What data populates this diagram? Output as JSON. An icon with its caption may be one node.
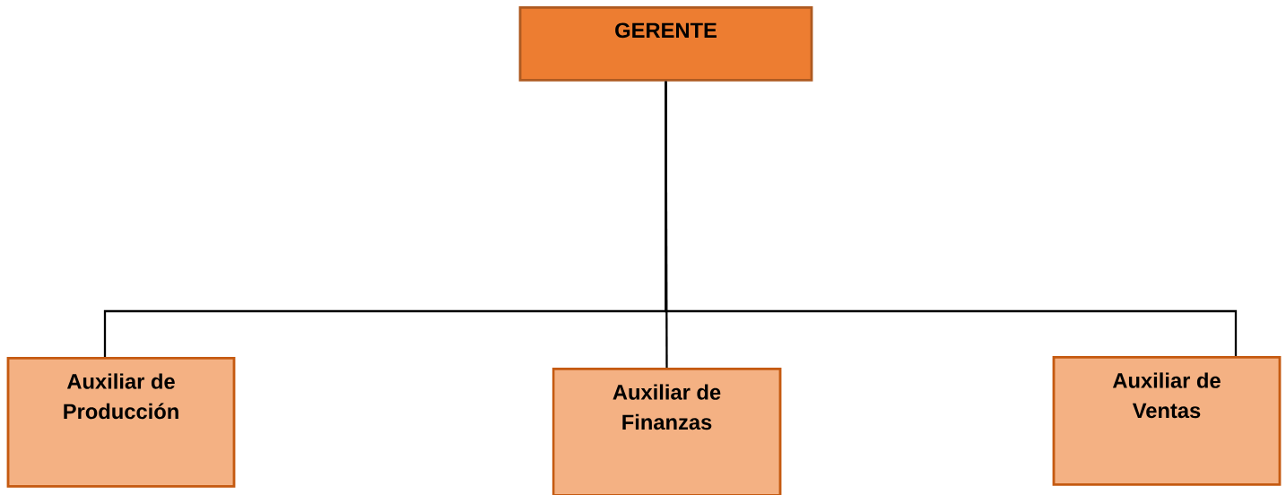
{
  "diagram": {
    "nodes": [
      {
        "text": [
          "GERENTE"
        ]
      },
      {
        "text": [
          "Auxiliar de Producción"
        ]
      },
      {
        "text": [
          "Auxiliar de Finanzas"
        ]
      },
      {
        "text": [
          "Auxiliar de Ventas"
        ]
      }
    ],
    "edges": [
      {
        "from": 0,
        "to": 1,
        "arrow": "none"
      },
      {
        "from": 0,
        "to": 2,
        "arrow": "none"
      },
      {
        "from": 0,
        "to": 3,
        "arrow": "none"
      }
    ]
  }
}
